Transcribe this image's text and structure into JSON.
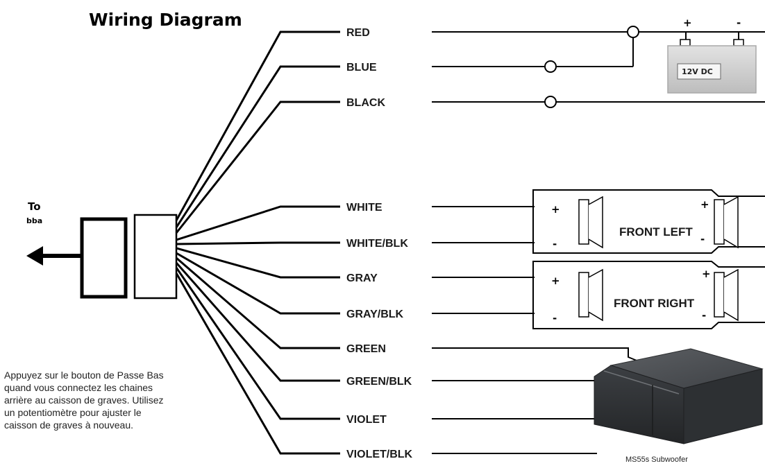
{
  "title": "Wiring Diagram",
  "harness": {
    "to_label": "To",
    "dest_label": "bba"
  },
  "wires": [
    {
      "label": "RED"
    },
    {
      "label": "BLUE"
    },
    {
      "label": "BLACK"
    },
    {
      "label": "WHITE"
    },
    {
      "label": "WHITE/BLK"
    },
    {
      "label": "GRAY"
    },
    {
      "label": "GRAY/BLK"
    },
    {
      "label": "GREEN"
    },
    {
      "label": "GREEN/BLK"
    },
    {
      "label": "VIOLET"
    },
    {
      "label": "VIOLET/BLK"
    }
  ],
  "battery": {
    "label": "12V DC",
    "plus": "+",
    "minus": "-"
  },
  "speakers": {
    "front_left": {
      "label": "FRONT LEFT",
      "plus": "+",
      "minus": "-"
    },
    "front_right": {
      "label": "FRONT RIGHT",
      "plus": "+",
      "minus": "-"
    }
  },
  "subwoofer": {
    "label": "MS55s Subwoofer"
  },
  "note": {
    "lines": [
      "Appuyez sur le bouton de Passe Bas",
      "quand vous connectez les chaines",
      "arrière au caisson de graves.  Utilisez",
      "un potentiomètre pour ajuster le",
      "caisson de graves à nouveau."
    ]
  }
}
